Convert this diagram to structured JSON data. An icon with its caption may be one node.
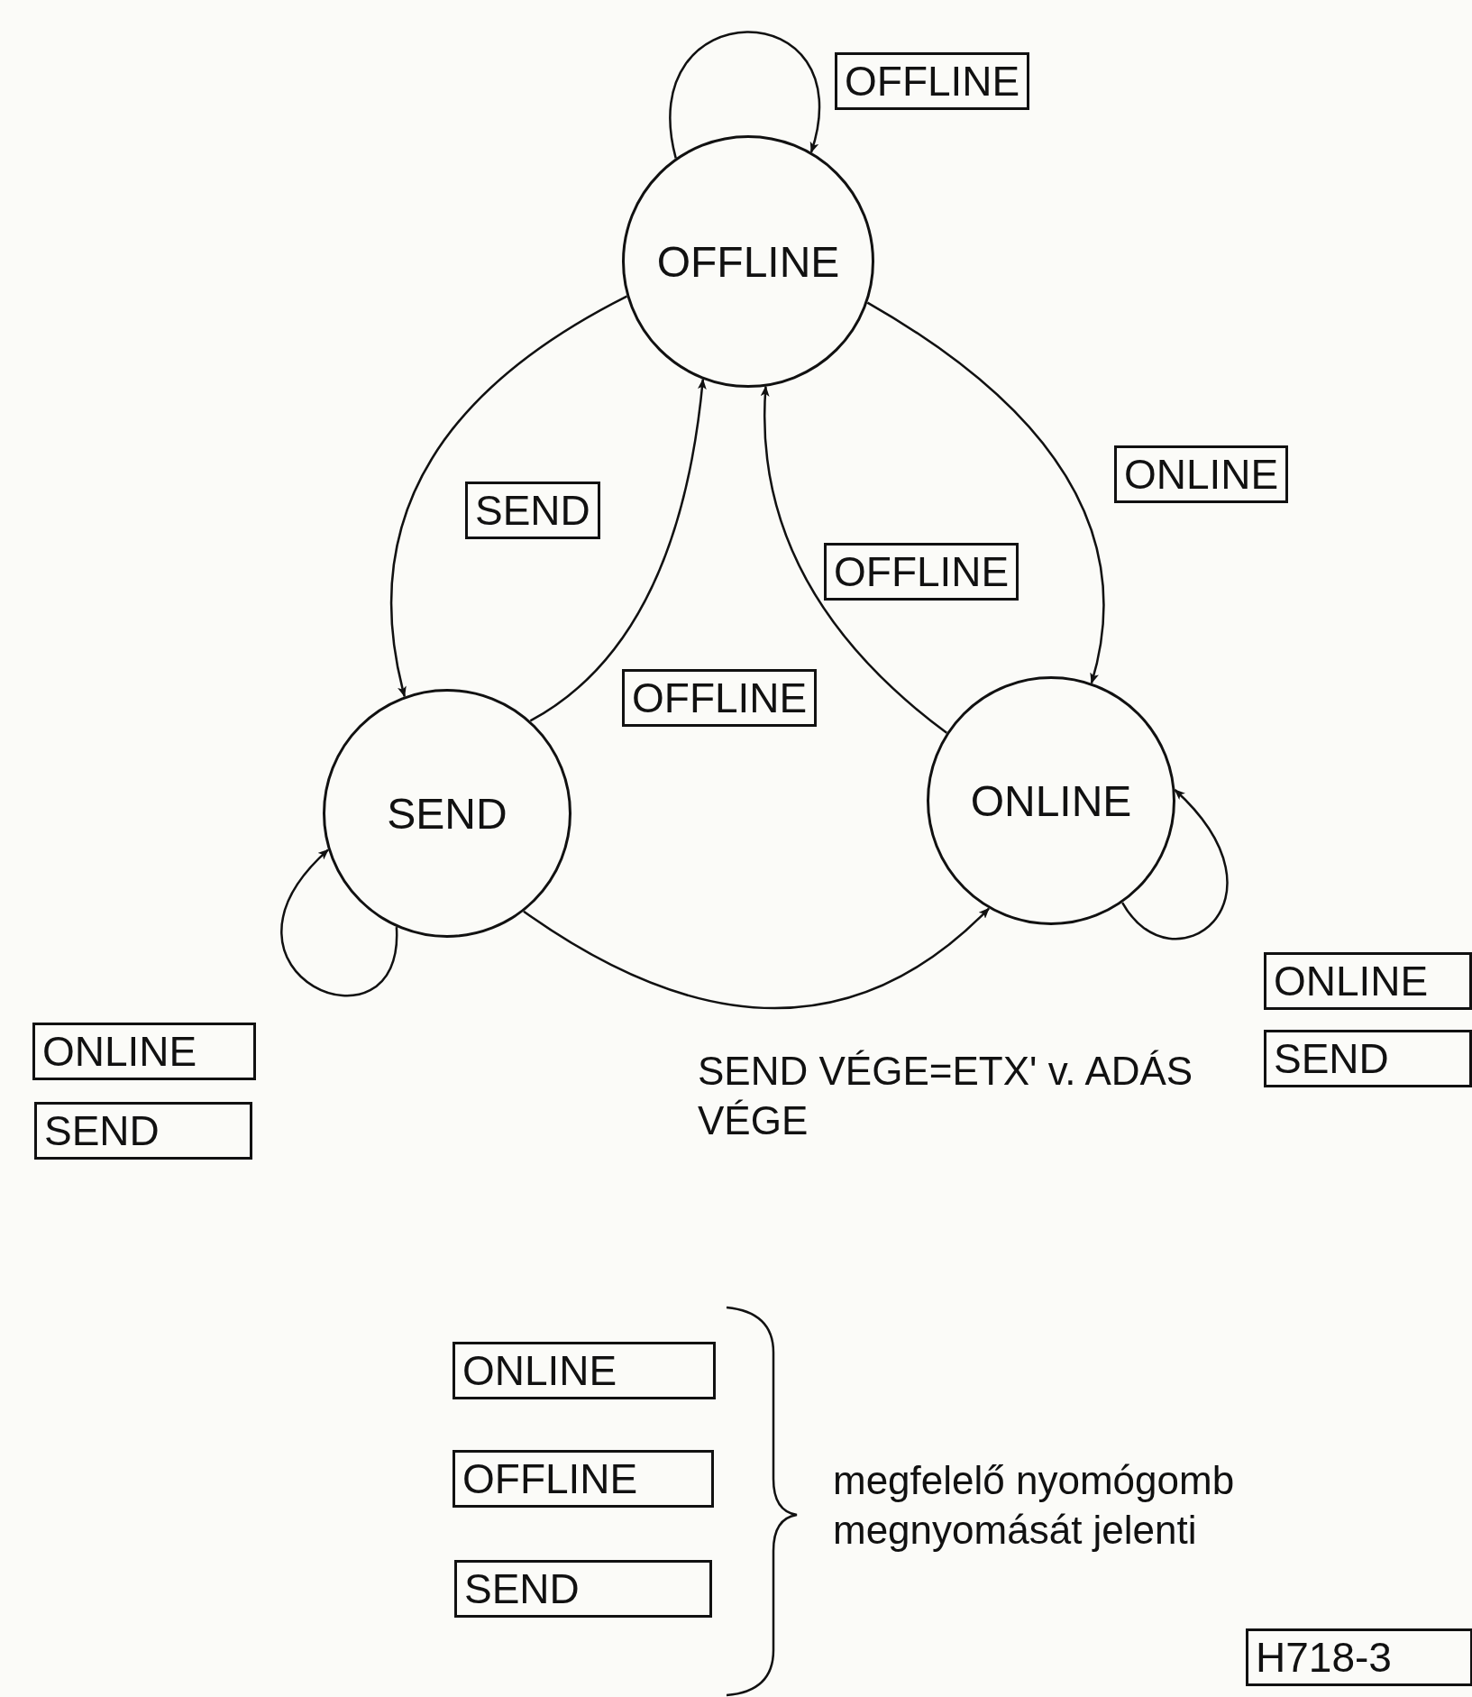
{
  "diagram": {
    "nodes": [
      {
        "text": [
          "OFFLINE"
        ]
      },
      {
        "text": [
          "SEND"
        ]
      },
      {
        "text": [
          "ONLINE"
        ]
      }
    ],
    "edges": [
      {
        "from": 0,
        "to": 0,
        "arrow": "to",
        "label": "OFFLINE"
      },
      {
        "from": 0,
        "to": 1,
        "arrow": "to",
        "label": "SEND"
      },
      {
        "from": 1,
        "to": 0,
        "arrow": "to",
        "label": "OFFLINE"
      },
      {
        "from": 0,
        "to": 2,
        "arrow": "to",
        "label": "ONLINE"
      },
      {
        "from": 2,
        "to": 0,
        "arrow": "to",
        "label": "OFFLINE"
      },
      {
        "from": 1,
        "to": 2,
        "arrow": "to",
        "label": "SEND VÉGE=ETX' v. ADÁS VÉGE"
      },
      {
        "from": 1,
        "to": 1,
        "arrow": "to"
      },
      {
        "from": 2,
        "to": 2,
        "arrow": "to"
      }
    ],
    "labels": [
      "ONLINE",
      "SEND",
      "ONLINE",
      "SEND",
      "ONLINE",
      "OFFLINE",
      "SEND",
      "megfelelő nyomógomb megnyomását jelenti",
      "H718-3"
    ]
  }
}
